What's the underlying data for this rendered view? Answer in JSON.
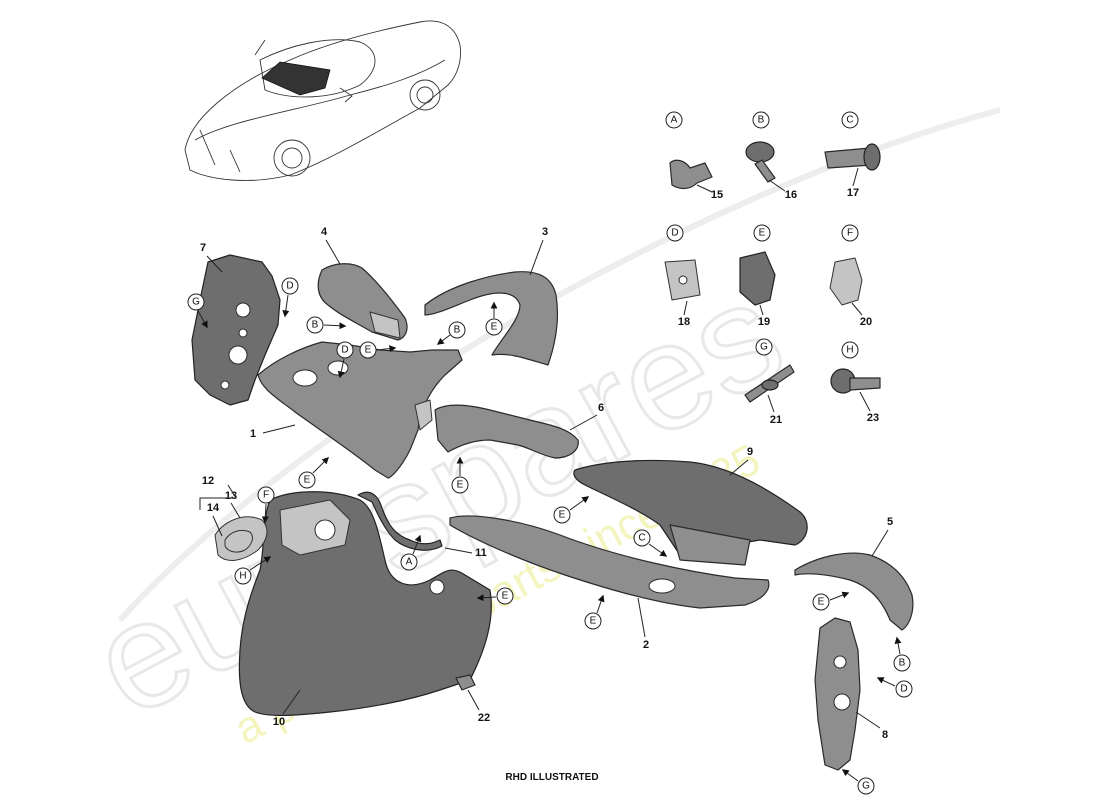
{
  "caption": "RHD ILLUSTRATED",
  "watermark": {
    "brand": "eurospares",
    "tagline": "a passion for parts since 1985",
    "brand_color": "#e8e8e8",
    "tagline_color": "#f2f2a0"
  },
  "fastener_refs": [
    "A",
    "B",
    "C",
    "D",
    "E",
    "F",
    "G",
    "H"
  ],
  "fastener_legend": [
    {
      "ref": "A",
      "part": "15"
    },
    {
      "ref": "B",
      "part": "16"
    },
    {
      "ref": "C",
      "part": "17"
    },
    {
      "ref": "D",
      "part": "18"
    },
    {
      "ref": "E",
      "part": "19"
    },
    {
      "ref": "F",
      "part": "20"
    },
    {
      "ref": "G",
      "part": "21"
    },
    {
      "ref": "H",
      "part": "23"
    }
  ],
  "part_numbers": {
    "p1": "1",
    "p2": "2",
    "p3": "3",
    "p4": "4",
    "p5": "5",
    "p6": "6",
    "p7": "7",
    "p8": "8",
    "p9": "9",
    "p10": "10",
    "p11": "11",
    "p12": "12",
    "p13": "13",
    "p14": "14",
    "p22": "22"
  },
  "colors": {
    "part_fill": "#8e8e8e",
    "outline": "#2a2a2a",
    "highlight_circle": "#f4f4b0"
  }
}
